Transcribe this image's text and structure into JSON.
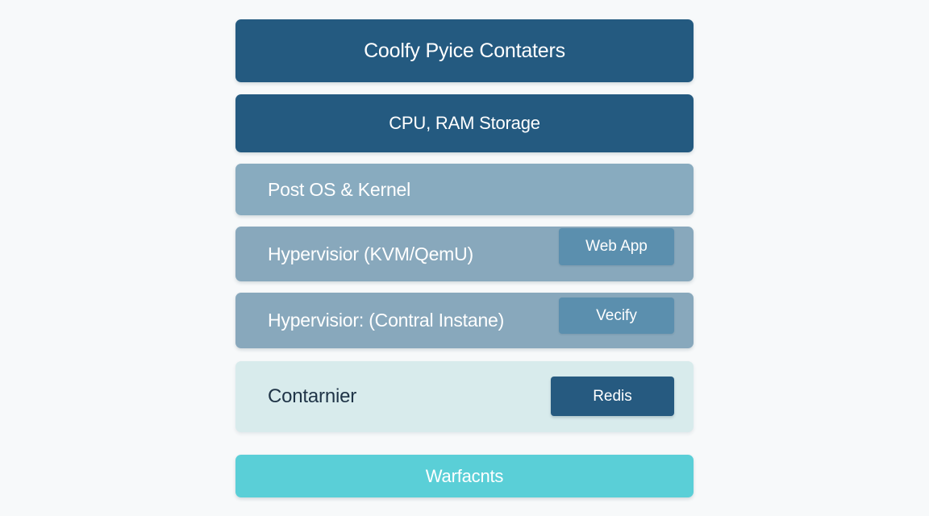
{
  "layers": [
    {
      "label": "Coolfy Pyice Contaters"
    },
    {
      "label": "CPU, RAM Storage"
    },
    {
      "label": "Post OS & Kernel"
    },
    {
      "label": "Hypervisior (KVM/QemU)",
      "chip": "Web App"
    },
    {
      "label": "Hypervisior: (Contral Instane)",
      "chip": "Vecify"
    },
    {
      "label": "Contarnier",
      "chip": "Redis"
    },
    {
      "label": "Warfacnts"
    }
  ],
  "colors": {
    "dark_blue": "#245a80",
    "muted_blue": "#88a8bc",
    "chip_blue": "#5b8fae",
    "pale_cyan": "#d8ebec",
    "teal": "#5acfd7"
  }
}
